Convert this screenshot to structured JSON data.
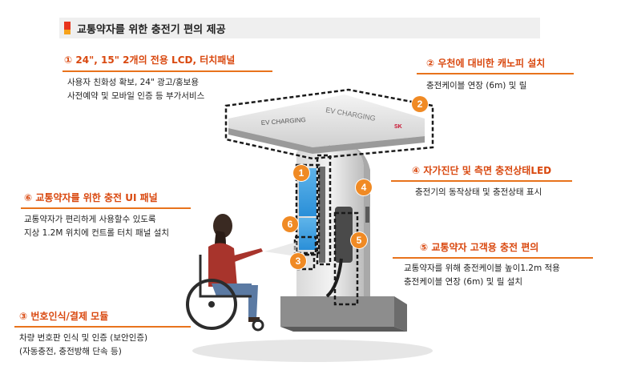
{
  "header": {
    "title": "교통약자를 위한 충전기 편의 제공"
  },
  "features": [
    {
      "num": "①",
      "title": "24\", 15\" 2개의 전용 LCD, 터치패널",
      "desc": [
        "사용자 친화성 확보, 24\" 광고/홍보용",
        "사전예약 및 모바일 인증 등 부가서비스"
      ]
    },
    {
      "num": "②",
      "title": "우천에 대비한 캐노피 설치",
      "desc": [
        "충전케이블 연장 (6m) 및 릴"
      ]
    },
    {
      "num": "④",
      "title": "자가진단 및 측면 충전상태LED",
      "desc": [
        "충전기의 동작상태 및 충전상태 표시"
      ]
    },
    {
      "num": "⑥",
      "title": "교통약자를 위한 충전 UI 패널",
      "desc": [
        "교통약자가 편리하게 사용할수 있도록",
        "지상 1.2M 위치에 컨트롤 터치 패널 설치"
      ]
    },
    {
      "num": "⑤",
      "title": "교통약자 고객용 충전 편의",
      "desc": [
        "교통약자를 위해 충전케이블 높이1.2m 적용",
        "충전케이블 연장 (6m) 및 릴 설치"
      ]
    },
    {
      "num": "③",
      "title": "번호인식/결제 모듈",
      "desc": [
        "차량 번호판 인식 및 인증 (보안인증)",
        "(자동충전, 충전방해 단속 등)"
      ]
    }
  ],
  "illustration": {
    "canopy_text_left": "EV CHARGING",
    "canopy_text_right": "EV CHARGING",
    "canopy_logo": "SK",
    "badges": [
      "1",
      "2",
      "3",
      "4",
      "5",
      "6"
    ]
  },
  "colors": {
    "accent": "#e8731c",
    "badge": "#f08a24",
    "title": "#d9480f"
  }
}
